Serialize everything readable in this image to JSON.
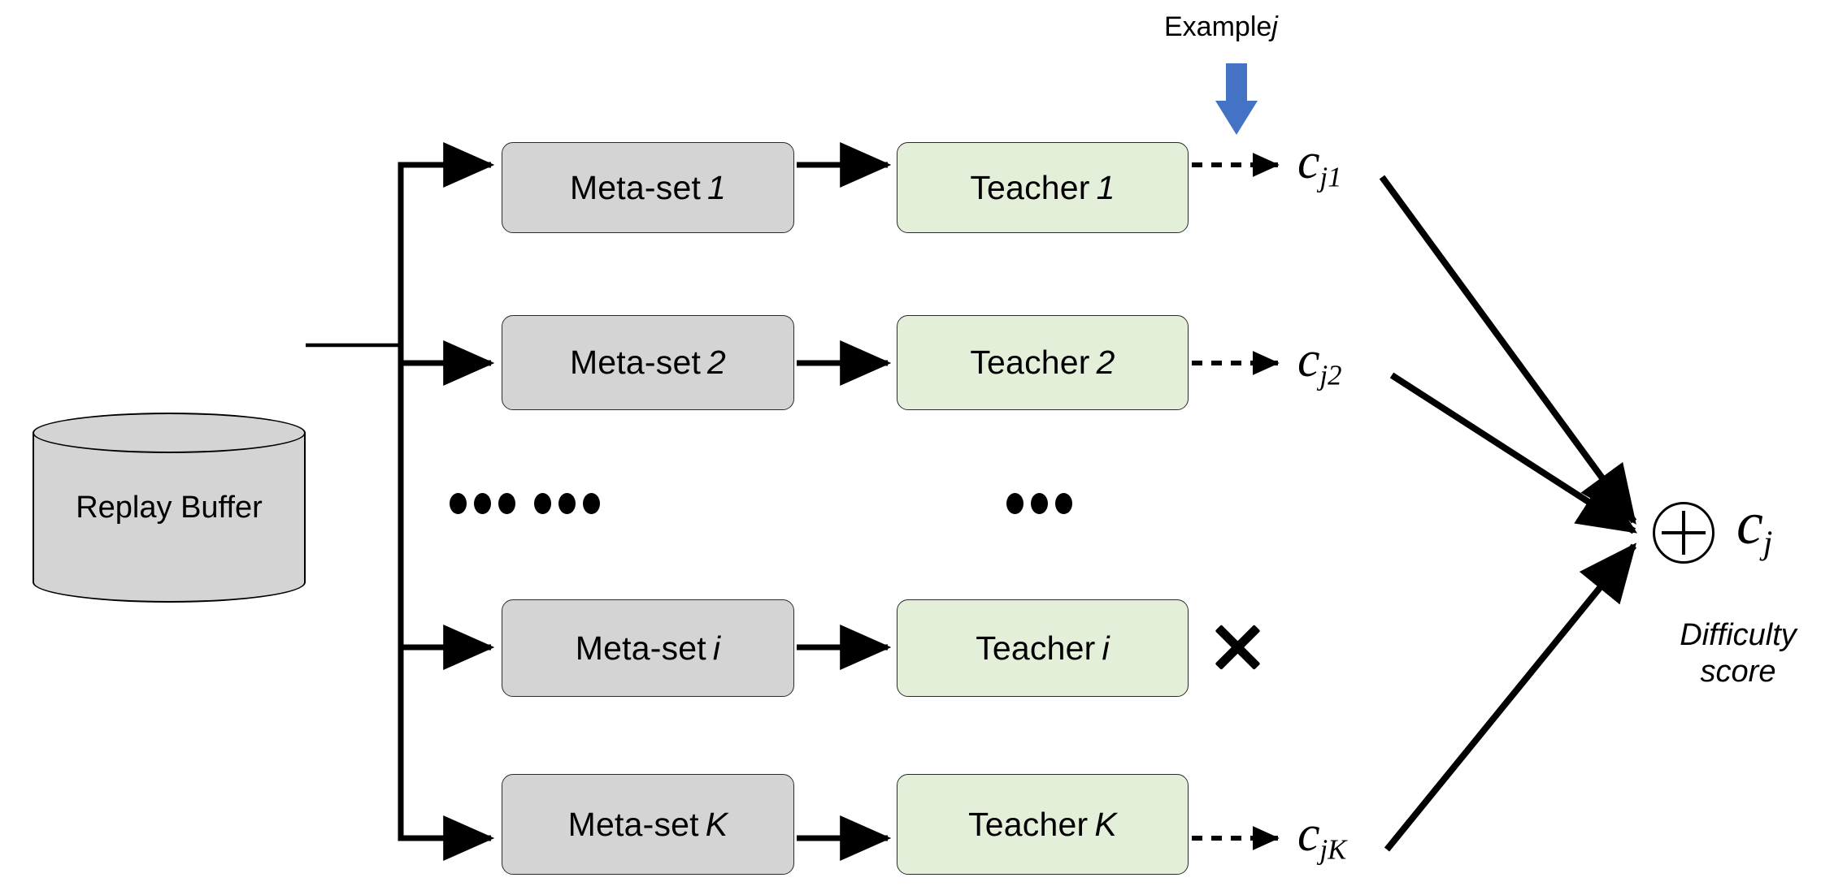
{
  "diagram": {
    "title": "Meta-set teacher ensemble difficulty scoring",
    "colors": {
      "meta_fill": "#d4d4d4",
      "teacher_fill": "#e3efd9",
      "stroke": "#000000",
      "example_arrow": "#4472c4"
    }
  },
  "buffer": {
    "label": "Replay Buffer"
  },
  "example": {
    "prefix": "Example",
    "index": "j"
  },
  "rows": [
    {
      "meta_label": "Meta-set",
      "meta_index": "1",
      "meta_italic": false,
      "teacher_label": "Teacher",
      "teacher_index": "1",
      "teacher_italic": false,
      "score_base": "c",
      "score_sub": "j1",
      "has_score": true,
      "has_x": false
    },
    {
      "meta_label": "Meta-set",
      "meta_index": "2",
      "meta_italic": false,
      "teacher_label": "Teacher",
      "teacher_index": "2",
      "teacher_italic": false,
      "score_base": "c",
      "score_sub": "j2",
      "has_score": true,
      "has_x": false
    },
    {
      "meta_label": "Meta-set",
      "meta_index": "i",
      "meta_italic": true,
      "teacher_label": "Teacher",
      "teacher_index": "i",
      "teacher_italic": true,
      "score_base": "",
      "score_sub": "",
      "has_score": false,
      "has_x": true
    },
    {
      "meta_label": "Meta-set",
      "meta_index": "K",
      "meta_italic": true,
      "teacher_label": "Teacher",
      "teacher_index": "K",
      "teacher_italic": true,
      "score_base": "c",
      "score_sub": "jK",
      "has_score": true,
      "has_x": false
    }
  ],
  "ellipsis": {
    "count": 3,
    "groups": 3
  },
  "aggregate": {
    "operator": "plus-in-circle",
    "score_base": "c",
    "score_sub": "j",
    "caption_line1": "Difficulty",
    "caption_line2": "score"
  }
}
